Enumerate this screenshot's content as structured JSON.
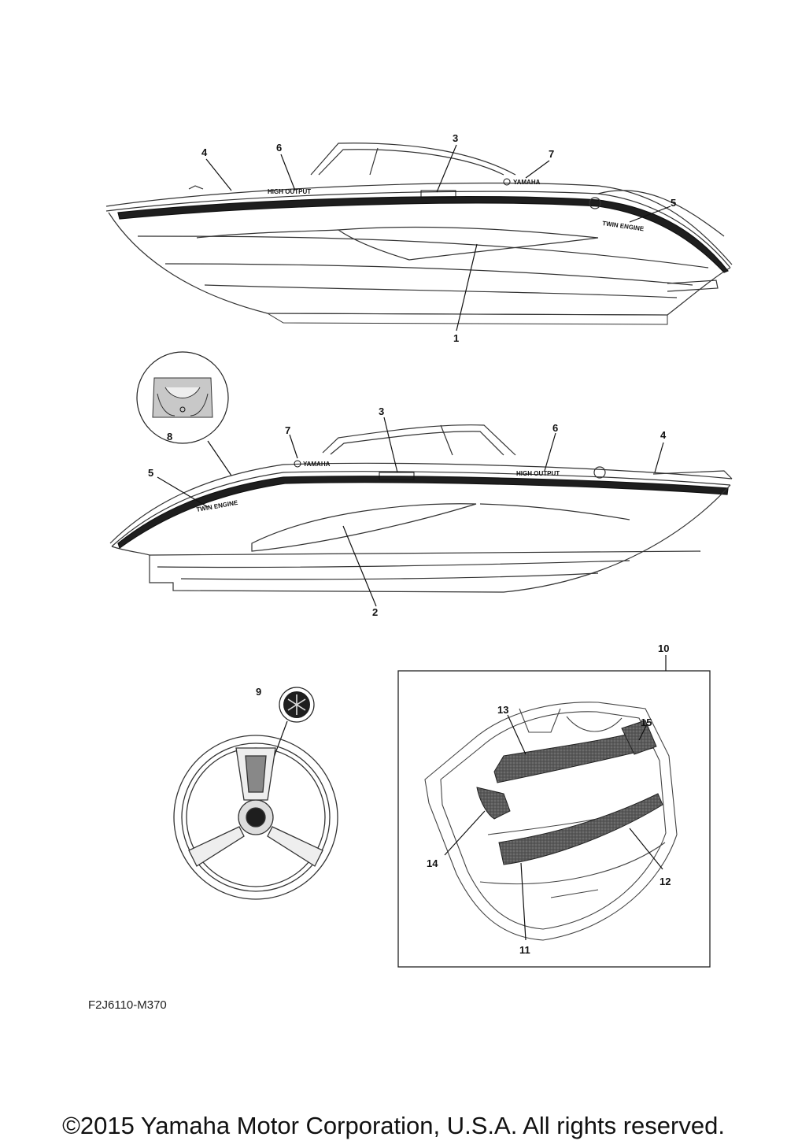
{
  "callouts": {
    "c1": "1",
    "c2": "2",
    "c3a": "3",
    "c3b": "3",
    "c4a": "4",
    "c4b": "4",
    "c5a": "5",
    "c5b": "5",
    "c6a": "6",
    "c6b": "6",
    "c7a": "7",
    "c7b": "7",
    "c8": "8",
    "c9": "9",
    "c10": "10",
    "c11": "11",
    "c12": "12",
    "c13": "13",
    "c14": "14",
    "c15": "15"
  },
  "decals": {
    "high_output": "HIGH OUTPUT",
    "yamaha": "YAMAHA",
    "twin_engine": "TWIN ENGINE"
  },
  "doc_code": "F2J6110-M370",
  "copyright": "©2015 Yamaha Motor Corporation, U.S.A. All rights reserved."
}
